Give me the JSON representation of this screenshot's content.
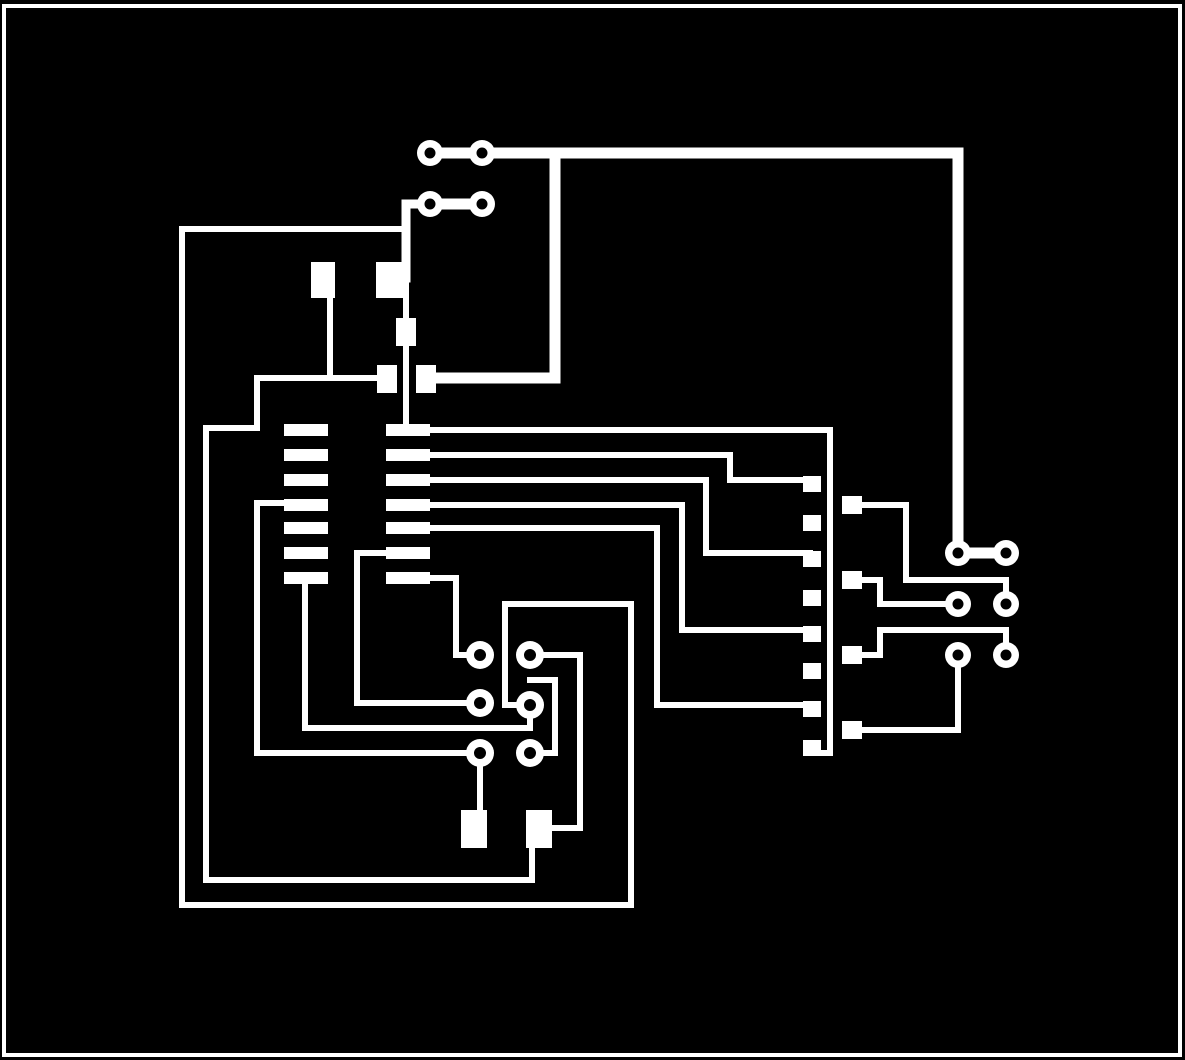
{
  "colors": {
    "background": "#000000",
    "copper": "#ffffff"
  },
  "board": {
    "components": [
      {
        "kind": "soic-14-ic",
        "pin_count": 14
      },
      {
        "kind": "smd-resistor-top"
      },
      {
        "kind": "smd-resistor-mid"
      },
      {
        "kind": "smd-capacitor-bottom"
      },
      {
        "kind": "header-8-pin",
        "pin_count": 8
      },
      {
        "kind": "header-4-pin",
        "pin_count": 4
      },
      {
        "kind": "jumper-pair-top",
        "pin_count": 4
      },
      {
        "kind": "through-hole-block-2x3",
        "pin_count": 6
      },
      {
        "kind": "through-hole-block-right-2x3",
        "pin_count": 6
      }
    ]
  }
}
